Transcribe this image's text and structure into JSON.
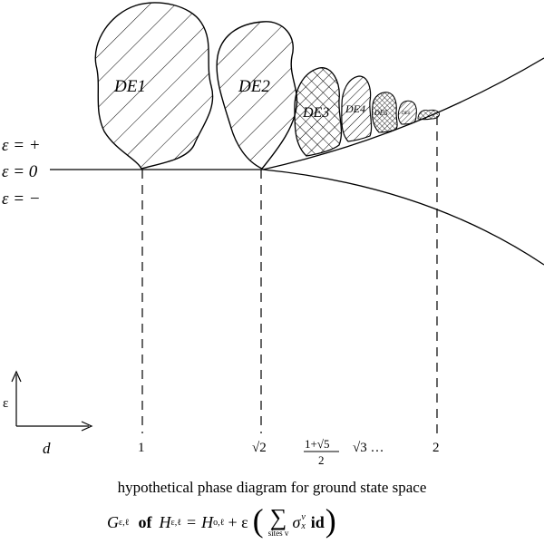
{
  "regions": [
    {
      "label": "DE1",
      "pattern": "hatch"
    },
    {
      "label": "DE2",
      "pattern": "hatch"
    },
    {
      "label": "DE3",
      "pattern": "crosshatch"
    },
    {
      "label": "DE4",
      "pattern": "hatch"
    },
    {
      "label": "DE5",
      "pattern": "crosshatch"
    },
    {
      "label": "DE6",
      "pattern": "hatch"
    }
  ],
  "branch_labels": {
    "plus": "ε = +",
    "zero": "ε = 0",
    "minus": "ε = −"
  },
  "axes": {
    "y_label": "ε",
    "x_label": "d"
  },
  "ticks": {
    "one": "1",
    "sqrt2": "√2",
    "golden_num": "1+√5",
    "golden_den": "2",
    "sqrt3": "√3 …",
    "two": "2"
  },
  "caption": "hypothetical phase diagram for ground state space",
  "formula": {
    "G": "G",
    "G_sub": "ε,ℓ",
    "of": "of",
    "H": "H",
    "H_sub": "ε,ℓ",
    "equals": "=",
    "H0": "H",
    "H0_sub": "o,ℓ",
    "plus_eps": "+ ε",
    "sum_under": "sites v",
    "sigma": "σ",
    "sigma_sub": "x",
    "sigma_sup": "v",
    "id": "id"
  }
}
